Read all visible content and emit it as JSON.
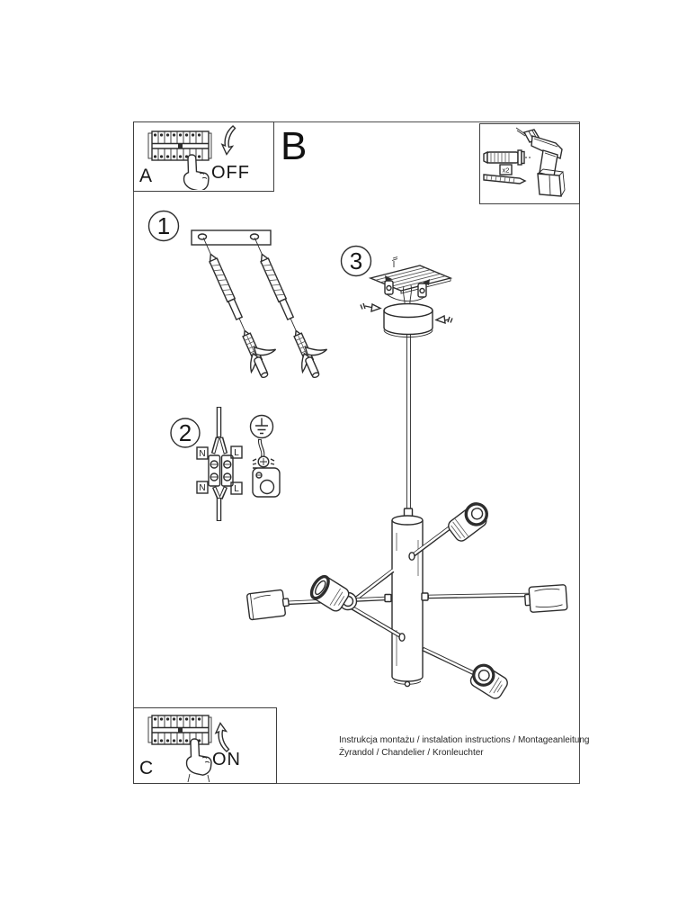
{
  "sections": {
    "a_label": "A",
    "b_label": "B",
    "c_label": "C"
  },
  "power": {
    "off_label": "OFF",
    "on_label": "ON"
  },
  "steps": {
    "one": "1",
    "two": "2",
    "three": "3"
  },
  "tools": {
    "anchor_quantity_label": "x2"
  },
  "wiring_labels": {
    "neutral_top": "N",
    "live_top": "L",
    "neutral_bottom": "N",
    "live_bottom": "L"
  },
  "footer": {
    "line1": "Instrukcja montażu / instalation instructions / Montageanleitung",
    "line2": "Żyrandol / Chandelier / Kronleuchter"
  },
  "colors": {
    "ink": "#2d2d2d",
    "frame": "#4f4f4f",
    "paper": "#ffffff"
  }
}
